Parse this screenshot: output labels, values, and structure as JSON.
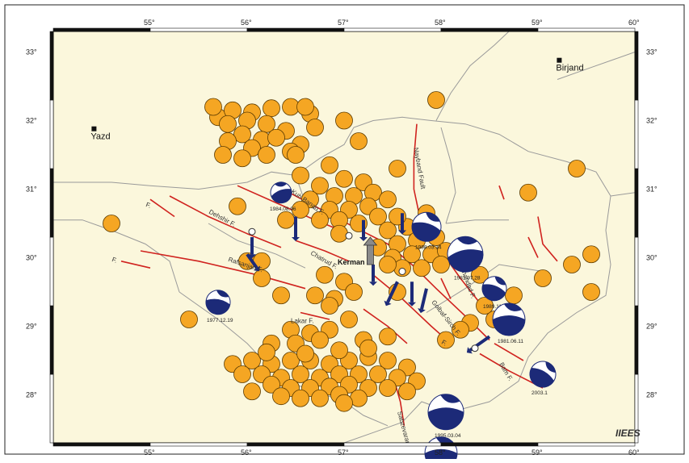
{
  "map": {
    "bounds": {
      "lon_min": 54.0,
      "lon_max": 60.0,
      "lat_min": 27.3,
      "lat_max": 33.3
    },
    "colors": {
      "land": "#fbf7dc",
      "border": "#9a9a9a",
      "fault": "#d0231f",
      "quake_fill": "#f5a623",
      "quake_stroke": "#5a3a00",
      "arrow": "#1c2a78",
      "beachball": "#1c2a78",
      "gps_arrow": "#8a8a8a"
    },
    "lon_ticks": [
      {
        "value": 55,
        "label": "55°"
      },
      {
        "value": 56,
        "label": "56°"
      },
      {
        "value": 57,
        "label": "57°"
      },
      {
        "value": 58,
        "label": "58°"
      },
      {
        "value": 59,
        "label": "59°"
      },
      {
        "value": 60,
        "label": "60°"
      }
    ],
    "lat_ticks": [
      {
        "value": 33,
        "label": "33°"
      },
      {
        "value": 32,
        "label": "32°"
      },
      {
        "value": 31,
        "label": "31°"
      },
      {
        "value": 30,
        "label": "30°"
      },
      {
        "value": 29,
        "label": "29°"
      },
      {
        "value": 28,
        "label": "28°"
      }
    ],
    "cities": [
      {
        "name": "Yazd",
        "lon": 54.42,
        "lat": 31.88
      },
      {
        "name": "Birjand",
        "lon": 59.22,
        "lat": 32.88
      },
      {
        "name": "Kerman",
        "lon": 57.05,
        "lat": 29.95
      }
    ],
    "fault_labels": [
      {
        "text": "Nayband Fault",
        "lon": 57.72,
        "lat": 31.6,
        "rot": 80
      },
      {
        "text": "Kuh Banan F.",
        "lon": 56.45,
        "lat": 30.95,
        "rot": 35
      },
      {
        "text": "Dehshir F.",
        "lon": 55.6,
        "lat": 30.65,
        "rot": 28
      },
      {
        "text": "Rafsanjan F.",
        "lon": 55.8,
        "lat": 29.95,
        "rot": 18
      },
      {
        "text": "Lakar F.",
        "lon": 56.45,
        "lat": 29.05,
        "rot": 0
      },
      {
        "text": "Golbaf-Sirch F.",
        "lon": 57.9,
        "lat": 29.35,
        "rot": 52
      },
      {
        "text": "Shahdad F.",
        "lon": 58.2,
        "lat": 29.85,
        "rot": 70
      },
      {
        "text": "Bam F.",
        "lon": 58.6,
        "lat": 28.45,
        "rot": 60
      },
      {
        "text": "Sabzevaran",
        "lon": 57.55,
        "lat": 27.75,
        "rot": 75
      },
      {
        "text": "Chatrud F.",
        "lon": 56.65,
        "lat": 30.05,
        "rot": 30
      },
      {
        "text": "F.",
        "lon": 54.95,
        "lat": 30.75,
        "rot": 20
      },
      {
        "text": "F.",
        "lon": 54.6,
        "lat": 29.95,
        "rot": 20
      },
      {
        "text": "F.",
        "lon": 58.0,
        "lat": 28.75,
        "rot": 30
      }
    ],
    "focal_mechanisms": [
      {
        "date": "1977.12.19",
        "lon": 55.7,
        "lat": 29.35,
        "r": 15,
        "rot": 10
      },
      {
        "date": "1984.08.06",
        "lon": 56.35,
        "lat": 30.95,
        "r": 13,
        "rot": -20
      },
      {
        "date": "1998.03.14",
        "lon": 57.85,
        "lat": 30.45,
        "r": 18,
        "rot": 15
      },
      {
        "date": "1981.07.28",
        "lon": 58.25,
        "lat": 30.05,
        "r": 22,
        "rot": -10
      },
      {
        "date": "1989.11.20",
        "lon": 58.55,
        "lat": 29.55,
        "r": 15,
        "rot": 20
      },
      {
        "date": "1981.06.11",
        "lon": 58.7,
        "lat": 29.1,
        "r": 20,
        "rot": 0
      },
      {
        "date": "2003.1",
        "lon": 59.05,
        "lat": 28.3,
        "r": 16,
        "rot": 30
      },
      {
        "date": "1995.03.04",
        "lon": 58.05,
        "lat": 27.75,
        "r": 22,
        "rot": 0
      },
      {
        "date": "",
        "lon": 58.0,
        "lat": 27.15,
        "r": 20,
        "rot": 0
      }
    ],
    "credit": "IIEES"
  },
  "quakes": [
    [
      55.7,
      32.05
    ],
    [
      55.85,
      32.15
    ],
    [
      56.05,
      32.12
    ],
    [
      56.25,
      32.18
    ],
    [
      56.45,
      32.2
    ],
    [
      55.65,
      32.2
    ],
    [
      56.0,
      32.0
    ],
    [
      55.8,
      31.95
    ],
    [
      56.2,
      31.95
    ],
    [
      56.4,
      31.85
    ],
    [
      55.95,
      31.8
    ],
    [
      56.15,
      31.72
    ],
    [
      55.8,
      31.7
    ],
    [
      56.05,
      31.6
    ],
    [
      56.3,
      31.75
    ],
    [
      56.55,
      31.65
    ],
    [
      55.75,
      31.5
    ],
    [
      55.95,
      31.45
    ],
    [
      56.2,
      31.5
    ],
    [
      56.45,
      31.55
    ],
    [
      56.65,
      32.1
    ],
    [
      56.7,
      31.9
    ],
    [
      56.5,
      31.5
    ],
    [
      56.6,
      32.2
    ],
    [
      56.55,
      31.2
    ],
    [
      56.75,
      31.05
    ],
    [
      57.0,
      31.15
    ],
    [
      57.2,
      31.1
    ],
    [
      56.9,
      30.9
    ],
    [
      57.1,
      30.9
    ],
    [
      57.3,
      30.95
    ],
    [
      56.65,
      30.85
    ],
    [
      56.85,
      30.7
    ],
    [
      57.05,
      30.7
    ],
    [
      57.25,
      30.75
    ],
    [
      56.75,
      30.55
    ],
    [
      56.95,
      30.55
    ],
    [
      57.15,
      30.5
    ],
    [
      57.35,
      30.6
    ],
    [
      56.55,
      30.7
    ],
    [
      56.95,
      30.35
    ],
    [
      56.4,
      30.55
    ],
    [
      57.45,
      30.85
    ],
    [
      57.55,
      31.3
    ],
    [
      57.45,
      30.4
    ],
    [
      57.65,
      30.45
    ],
    [
      57.8,
      30.5
    ],
    [
      57.55,
      30.2
    ],
    [
      57.75,
      30.25
    ],
    [
      57.95,
      30.3
    ],
    [
      57.5,
      30.0
    ],
    [
      57.7,
      30.05
    ],
    [
      57.9,
      30.05
    ],
    [
      58.05,
      30.1
    ],
    [
      57.6,
      29.85
    ],
    [
      57.8,
      29.85
    ],
    [
      58.0,
      29.9
    ],
    [
      57.45,
      29.9
    ],
    [
      57.35,
      30.15
    ],
    [
      57.85,
      30.65
    ],
    [
      57.55,
      30.6
    ],
    [
      56.8,
      29.75
    ],
    [
      57.0,
      29.65
    ],
    [
      56.7,
      29.45
    ],
    [
      56.9,
      29.4
    ],
    [
      57.1,
      29.5
    ],
    [
      56.35,
      29.45
    ],
    [
      56.15,
      29.7
    ],
    [
      56.0,
      29.95
    ],
    [
      56.85,
      29.3
    ],
    [
      56.45,
      28.95
    ],
    [
      56.65,
      28.9
    ],
    [
      56.85,
      28.95
    ],
    [
      57.05,
      29.1
    ],
    [
      56.25,
      28.75
    ],
    [
      56.5,
      28.75
    ],
    [
      56.75,
      28.8
    ],
    [
      57.2,
      28.8
    ],
    [
      57.45,
      28.85
    ],
    [
      55.85,
      28.45
    ],
    [
      56.05,
      28.5
    ],
    [
      56.25,
      28.45
    ],
    [
      56.45,
      28.5
    ],
    [
      56.65,
      28.5
    ],
    [
      56.85,
      28.45
    ],
    [
      57.05,
      28.5
    ],
    [
      57.25,
      28.55
    ],
    [
      57.45,
      28.5
    ],
    [
      57.65,
      28.4
    ],
    [
      56.15,
      28.3
    ],
    [
      56.35,
      28.25
    ],
    [
      56.55,
      28.3
    ],
    [
      56.75,
      28.25
    ],
    [
      56.95,
      28.3
    ],
    [
      57.15,
      28.3
    ],
    [
      57.35,
      28.3
    ],
    [
      57.55,
      28.25
    ],
    [
      57.75,
      28.2
    ],
    [
      56.25,
      28.15
    ],
    [
      56.45,
      28.1
    ],
    [
      56.65,
      28.1
    ],
    [
      56.85,
      28.12
    ],
    [
      57.05,
      28.15
    ],
    [
      57.25,
      28.1
    ],
    [
      57.45,
      28.1
    ],
    [
      56.55,
      27.95
    ],
    [
      56.75,
      27.95
    ],
    [
      56.95,
      28.0
    ],
    [
      57.15,
      27.95
    ],
    [
      56.05,
      28.05
    ],
    [
      57.65,
      28.05
    ],
    [
      56.35,
      27.98
    ],
    [
      56.6,
      28.6
    ],
    [
      56.95,
      28.65
    ],
    [
      57.25,
      28.68
    ],
    [
      56.2,
      28.62
    ],
    [
      55.95,
      28.3
    ],
    [
      57.0,
      27.88
    ],
    [
      55.4,
      29.1
    ],
    [
      54.6,
      30.5
    ],
    [
      55.9,
      30.75
    ],
    [
      56.15,
      29.95
    ],
    [
      58.4,
      29.75
    ],
    [
      58.3,
      29.05
    ],
    [
      58.55,
      29.1
    ],
    [
      58.75,
      29.45
    ],
    [
      59.05,
      29.7
    ],
    [
      59.35,
      29.9
    ],
    [
      59.55,
      30.05
    ],
    [
      59.55,
      29.5
    ],
    [
      58.9,
      30.95
    ],
    [
      59.4,
      31.3
    ],
    [
      57.95,
      32.3
    ],
    [
      57.0,
      32.0
    ],
    [
      57.15,
      31.7
    ],
    [
      56.85,
      31.35
    ],
    [
      57.55,
      29.5
    ],
    [
      58.45,
      29.3
    ],
    [
      58.2,
      28.95
    ],
    [
      58.05,
      28.8
    ]
  ],
  "faults": [
    [
      [
        56.3,
        31.05
      ],
      [
        56.7,
        30.75
      ],
      [
        57.1,
        30.45
      ],
      [
        57.45,
        30.2
      ],
      [
        57.7,
        29.9
      ],
      [
        57.95,
        29.55
      ],
      [
        58.25,
        29.15
      ],
      [
        58.5,
        28.8
      ]
    ],
    [
      [
        55.9,
        31.05
      ],
      [
        56.3,
        30.8
      ],
      [
        56.7,
        30.55
      ],
      [
        57.05,
        30.35
      ]
    ],
    [
      [
        55.2,
        30.9
      ],
      [
        55.6,
        30.6
      ],
      [
        56.0,
        30.35
      ],
      [
        56.35,
        30.15
      ]
    ],
    [
      [
        54.9,
        30.1
      ],
      [
        55.5,
        29.95
      ],
      [
        56.1,
        29.75
      ],
      [
        56.6,
        29.55
      ]
    ],
    [
      [
        55.0,
        30.85
      ],
      [
        55.25,
        30.6
      ]
    ],
    [
      [
        54.7,
        29.95
      ],
      [
        55.0,
        29.85
      ]
    ],
    [
      [
        57.75,
        31.95
      ],
      [
        57.72,
        31.45
      ],
      [
        57.72,
        31.0
      ],
      [
        57.78,
        30.6
      ]
    ],
    [
      [
        58.0,
        30.1
      ],
      [
        58.2,
        29.7
      ],
      [
        58.45,
        29.25
      ]
    ],
    [
      [
        57.3,
        29.75
      ],
      [
        57.6,
        29.4
      ],
      [
        57.9,
        29.0
      ],
      [
        58.1,
        28.75
      ]
    ],
    [
      [
        56.55,
        29.2
      ],
      [
        56.85,
        29.1
      ]
    ],
    [
      [
        57.2,
        29.25
      ],
      [
        57.45,
        29.0
      ],
      [
        57.65,
        28.75
      ]
    ],
    [
      [
        58.4,
        28.6
      ],
      [
        58.7,
        28.35
      ],
      [
        59.05,
        28.1
      ]
    ],
    [
      [
        57.5,
        28.3
      ],
      [
        57.58,
        27.9
      ],
      [
        57.62,
        27.55
      ]
    ],
    [
      [
        59.0,
        30.6
      ],
      [
        59.05,
        30.2
      ],
      [
        59.2,
        29.95
      ]
    ],
    [
      [
        58.9,
        30.3
      ],
      [
        59.0,
        30.0
      ]
    ],
    [
      [
        58.6,
        31.05
      ],
      [
        58.65,
        30.85
      ]
    ],
    [
      [
        56.5,
        30.25
      ],
      [
        56.8,
        30.1
      ],
      [
        57.05,
        29.95
      ]
    ],
    [
      [
        58.55,
        28.75
      ],
      [
        58.85,
        28.5
      ]
    ],
    [
      [
        58.0,
        29.7
      ],
      [
        58.1,
        29.4
      ]
    ]
  ],
  "borders": [
    [
      [
        54.0,
        31.1
      ],
      [
        54.6,
        31.1
      ],
      [
        55.0,
        31.05
      ],
      [
        55.5,
        31.0
      ],
      [
        56.0,
        31.1
      ],
      [
        56.25,
        31.25
      ],
      [
        56.5,
        31.2
      ],
      [
        56.75,
        31.45
      ],
      [
        57.0,
        31.65
      ],
      [
        57.1,
        31.9
      ],
      [
        57.3,
        32.0
      ],
      [
        57.6,
        32.05
      ],
      [
        57.9,
        32.0
      ],
      [
        58.25,
        31.95
      ],
      [
        58.6,
        31.8
      ],
      [
        58.9,
        31.55
      ],
      [
        59.3,
        31.4
      ],
      [
        59.6,
        31.25
      ],
      [
        59.75,
        30.9
      ],
      [
        59.7,
        30.4
      ],
      [
        59.75,
        29.9
      ],
      [
        59.7,
        29.45
      ],
      [
        59.4,
        29.2
      ],
      [
        59.1,
        28.9
      ],
      [
        58.9,
        28.55
      ],
      [
        58.8,
        28.2
      ],
      [
        58.5,
        27.9
      ],
      [
        58.1,
        27.75
      ],
      [
        57.8,
        27.9
      ],
      [
        57.6,
        27.6
      ],
      [
        57.3,
        27.45
      ],
      [
        57.0,
        27.3
      ]
    ],
    [
      [
        55.3,
        29.5
      ],
      [
        55.7,
        29.1
      ],
      [
        56.0,
        28.75
      ],
      [
        56.2,
        28.45
      ],
      [
        56.4,
        28.2
      ],
      [
        56.7,
        28.05
      ],
      [
        57.0,
        27.9
      ],
      [
        57.2,
        27.7
      ],
      [
        57.45,
        27.55
      ]
    ],
    [
      [
        57.95,
        32.0
      ],
      [
        58.1,
        32.4
      ],
      [
        58.3,
        32.8
      ],
      [
        58.55,
        33.1
      ],
      [
        58.7,
        33.3
      ]
    ],
    [
      [
        59.2,
        32.6
      ],
      [
        59.5,
        32.75
      ],
      [
        59.8,
        32.9
      ],
      [
        60.0,
        33.0
      ]
    ],
    [
      [
        54.0,
        30.55
      ],
      [
        54.3,
        30.55
      ],
      [
        54.6,
        30.4
      ],
      [
        54.95,
        30.2
      ],
      [
        55.2,
        29.95
      ],
      [
        55.3,
        29.5
      ]
    ],
    [
      [
        56.5,
        31.2
      ],
      [
        56.6,
        30.8
      ],
      [
        56.85,
        30.55
      ]
    ],
    [
      [
        58.0,
        31.9
      ],
      [
        58.1,
        31.4
      ],
      [
        58.15,
        30.95
      ],
      [
        58.05,
        30.5
      ]
    ],
    [
      [
        58.05,
        30.5
      ],
      [
        58.35,
        30.55
      ],
      [
        58.7,
        30.55
      ]
    ],
    [
      [
        59.75,
        30.9
      ],
      [
        60.0,
        30.95
      ]
    ],
    [
      [
        55.6,
        30.5
      ],
      [
        55.9,
        30.25
      ],
      [
        56.3,
        30.05
      ],
      [
        56.6,
        29.85
      ]
    ],
    [
      [
        57.85,
        29.2
      ],
      [
        58.25,
        29.55
      ],
      [
        58.6,
        29.9
      ],
      [
        59.05,
        29.8
      ]
    ]
  ],
  "slip_arrows": [
    [
      56.05,
      30.3,
      56.05,
      30.05
    ],
    [
      56.5,
      30.6,
      56.5,
      30.3
    ],
    [
      57.2,
      30.55,
      57.2,
      30.3
    ],
    [
      57.55,
      29.65,
      57.45,
      29.35
    ],
    [
      57.7,
      29.65,
      57.7,
      29.35
    ],
    [
      57.85,
      29.55,
      57.8,
      29.25
    ],
    [
      57.3,
      29.9,
      57.3,
      29.65
    ],
    [
      58.5,
      28.85,
      58.3,
      28.65
    ],
    [
      56.0,
      30.05,
      56.1,
      29.85
    ],
    [
      57.6,
      30.65,
      57.6,
      30.4
    ]
  ],
  "gps_arrow": [
    57.27,
    29.9,
    57.27,
    30.3
  ],
  "stations": [
    [
      56.05,
      30.38
    ],
    [
      57.6,
      29.8
    ],
    [
      58.35,
      28.68
    ],
    [
      57.05,
      30.32
    ]
  ]
}
